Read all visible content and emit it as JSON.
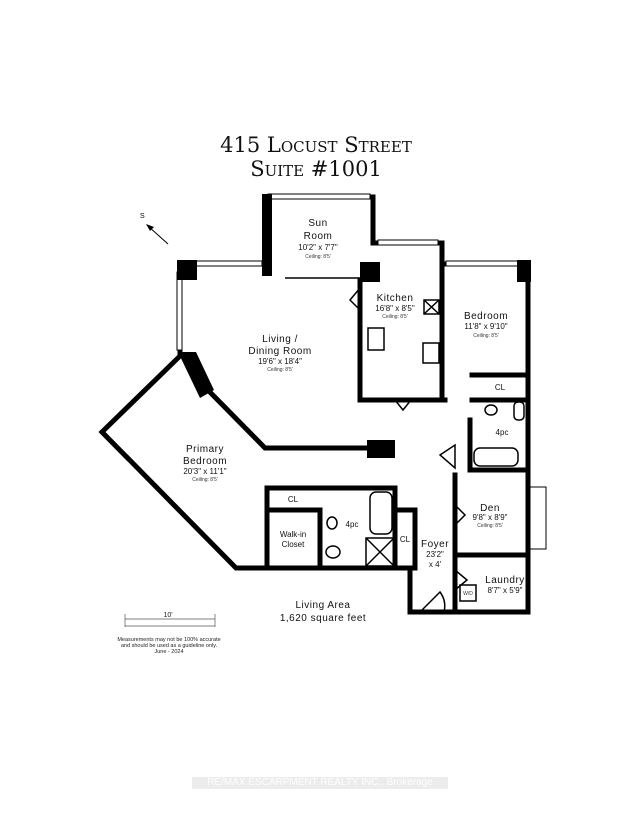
{
  "title": {
    "line1": "415 Locust Street",
    "line2": "Suite #1001"
  },
  "compass": {
    "label": "S"
  },
  "rooms": {
    "sun_room": {
      "name1": "Sun",
      "name2": "Room",
      "size": "10'2\" x 7'7\"",
      "ceiling": "Ceiling: 8'5'"
    },
    "kitchen": {
      "name": "Kitchen",
      "size": "16'8\" x 8'5\"",
      "ceiling": "Ceiling: 8'5'"
    },
    "bedroom": {
      "name": "Bedroom",
      "size": "11'8\" x 9'10\"",
      "ceiling": "Ceiling: 8'5'"
    },
    "living": {
      "name1": "Living /",
      "name2": "Dining Room",
      "size": "19'6\" x 18'4\"",
      "ceiling": "Ceiling: 8'5'"
    },
    "primary": {
      "name1": "Primary",
      "name2": "Bedroom",
      "size": "20'3\" x 11'1\"",
      "ceiling": "Ceiling: 8'5'"
    },
    "bath1": {
      "name": "4pc"
    },
    "bath2": {
      "name": "4pc"
    },
    "closet_bedroom": {
      "name": "CL"
    },
    "closet_primary": {
      "name": "CL"
    },
    "closet_foyer": {
      "name": "CL"
    },
    "walkin": {
      "name1": "Walk-in",
      "name2": "Closet"
    },
    "den": {
      "name": "Den",
      "size": "9'8\" x 8'9\"",
      "ceiling": "Ceiling: 8'5'"
    },
    "foyer": {
      "name": "Foyer",
      "size1": "23'2\"",
      "size2": "x 4'"
    },
    "laundry": {
      "name": "Laundry",
      "size": "8'7\" x 5'9\"",
      "washer": "W/D"
    }
  },
  "area": {
    "label": "Living Area",
    "value": "1,620 square feet"
  },
  "scale": {
    "label": "10'"
  },
  "disclaimer": {
    "line1": "Measurements may not be 100% accurate",
    "line2": "and should be used as a guideline only.",
    "line3": "June - 2024"
  },
  "watermark": "RE/MAX ESCARPMENT REALTY INC., Brokerage"
}
